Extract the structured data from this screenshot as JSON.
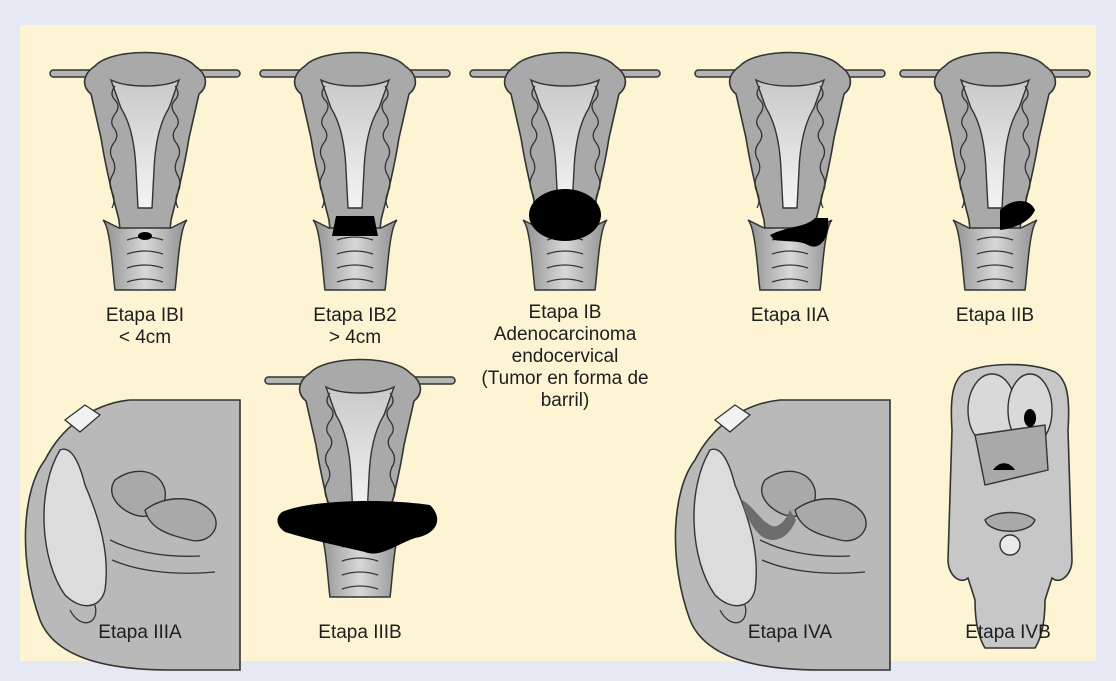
{
  "figure": {
    "panel_bg": "#fdf4d3",
    "page_bg": "#e6e9f4",
    "organ_fill": "#a9a9a9",
    "tumor_fill": "#000000",
    "stages": [
      {
        "lines": [
          "Etapa IBI",
          "< 4cm"
        ]
      },
      {
        "lines": [
          "Etapa IB2",
          "> 4cm"
        ]
      },
      {
        "lines": [
          "Etapa IB",
          "Adenocarcinoma",
          "endocervical",
          "(Tumor en forma de",
          "barril)"
        ]
      },
      {
        "lines": [
          "Etapa IIA"
        ]
      },
      {
        "lines": [
          "Etapa IIB"
        ]
      },
      {
        "lines": [
          "Etapa IIIA"
        ]
      },
      {
        "lines": [
          "Etapa IIIB"
        ]
      },
      {
        "lines": [
          "Etapa IVA"
        ]
      },
      {
        "lines": [
          "Etapa IVB"
        ]
      }
    ]
  }
}
